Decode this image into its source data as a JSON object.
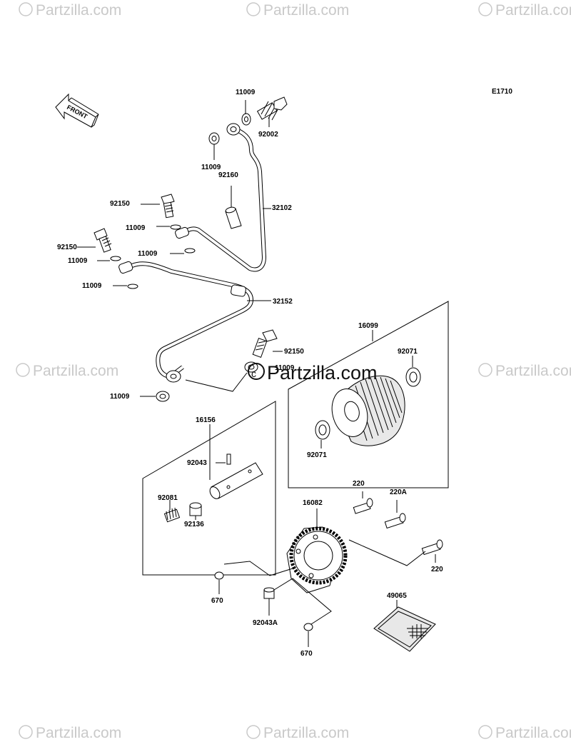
{
  "diagram": {
    "code": "E1710",
    "front_label": "FRONT",
    "watermark": "Partzilla.com",
    "watermark_center": "Partzilla.com",
    "parts": {
      "p11009_top": "11009",
      "p92002": "92002",
      "p11009_left": "11009",
      "p92160": "92160",
      "p32102": "32102",
      "p92150_a": "92150",
      "p11009_b": "11009",
      "p92150_b": "92150",
      "p11009_c": "11009",
      "p11009_d": "11009",
      "p11009_e": "11009",
      "p32152": "32152",
      "p92150_c": "92150",
      "p11009_f": "11009",
      "p11009_g": "11009",
      "p16099": "16099",
      "p92071_a": "92071",
      "p92071_b": "92071",
      "p16156": "16156",
      "p92043": "92043",
      "p92081": "92081",
      "p92136": "92136",
      "p220_a": "220",
      "p220A": "220A",
      "p16082": "16082",
      "p220_b": "220",
      "p670_a": "670",
      "p49065": "49065",
      "p92043A": "92043A",
      "p670_b": "670"
    }
  }
}
